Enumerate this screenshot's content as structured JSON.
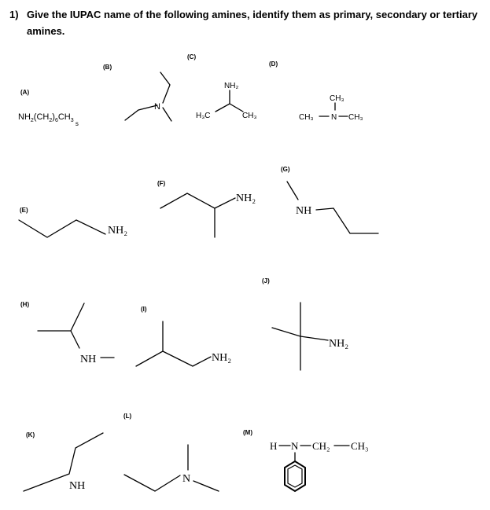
{
  "question": {
    "number": "1)",
    "text": "Give the IUPAC name of the following amines, identify them as primary, secondary or tertiary amines."
  },
  "labels": [
    "(A)",
    "(B)",
    "(C)",
    "(D)",
    "(E)",
    "(F)",
    "(G)",
    "(H)",
    "(I)",
    "(J)",
    "(K)",
    "(L)",
    "(M)"
  ],
  "structures": {
    "A": {
      "formula_parts": [
        "NH",
        "2",
        "(CH",
        "2",
        ")",
        "6",
        "CH",
        "3",
        " s"
      ]
    },
    "B": {
      "n": "N"
    },
    "C": {
      "nh2": "NH₂",
      "h3c": "H₃C",
      "ch3": "CH₃"
    },
    "D": {
      "ch3_top": "CH₃",
      "ch3_left": "CH₃",
      "n": "N",
      "ch3_right": "CH₃"
    },
    "E": {
      "nh2": "NH₂"
    },
    "F": {
      "nh2": "NH₂"
    },
    "G": {
      "nh": "NH"
    },
    "H": {
      "nh": "NH"
    },
    "I": {
      "nh2": "NH₂"
    },
    "J": {
      "nh2": "NH₂"
    },
    "K": {
      "nh": "NH"
    },
    "L": {
      "n": "N"
    },
    "M": {
      "h": "H",
      "n": "N",
      "ch2": "CH₂",
      "ch3": "CH₃"
    }
  }
}
